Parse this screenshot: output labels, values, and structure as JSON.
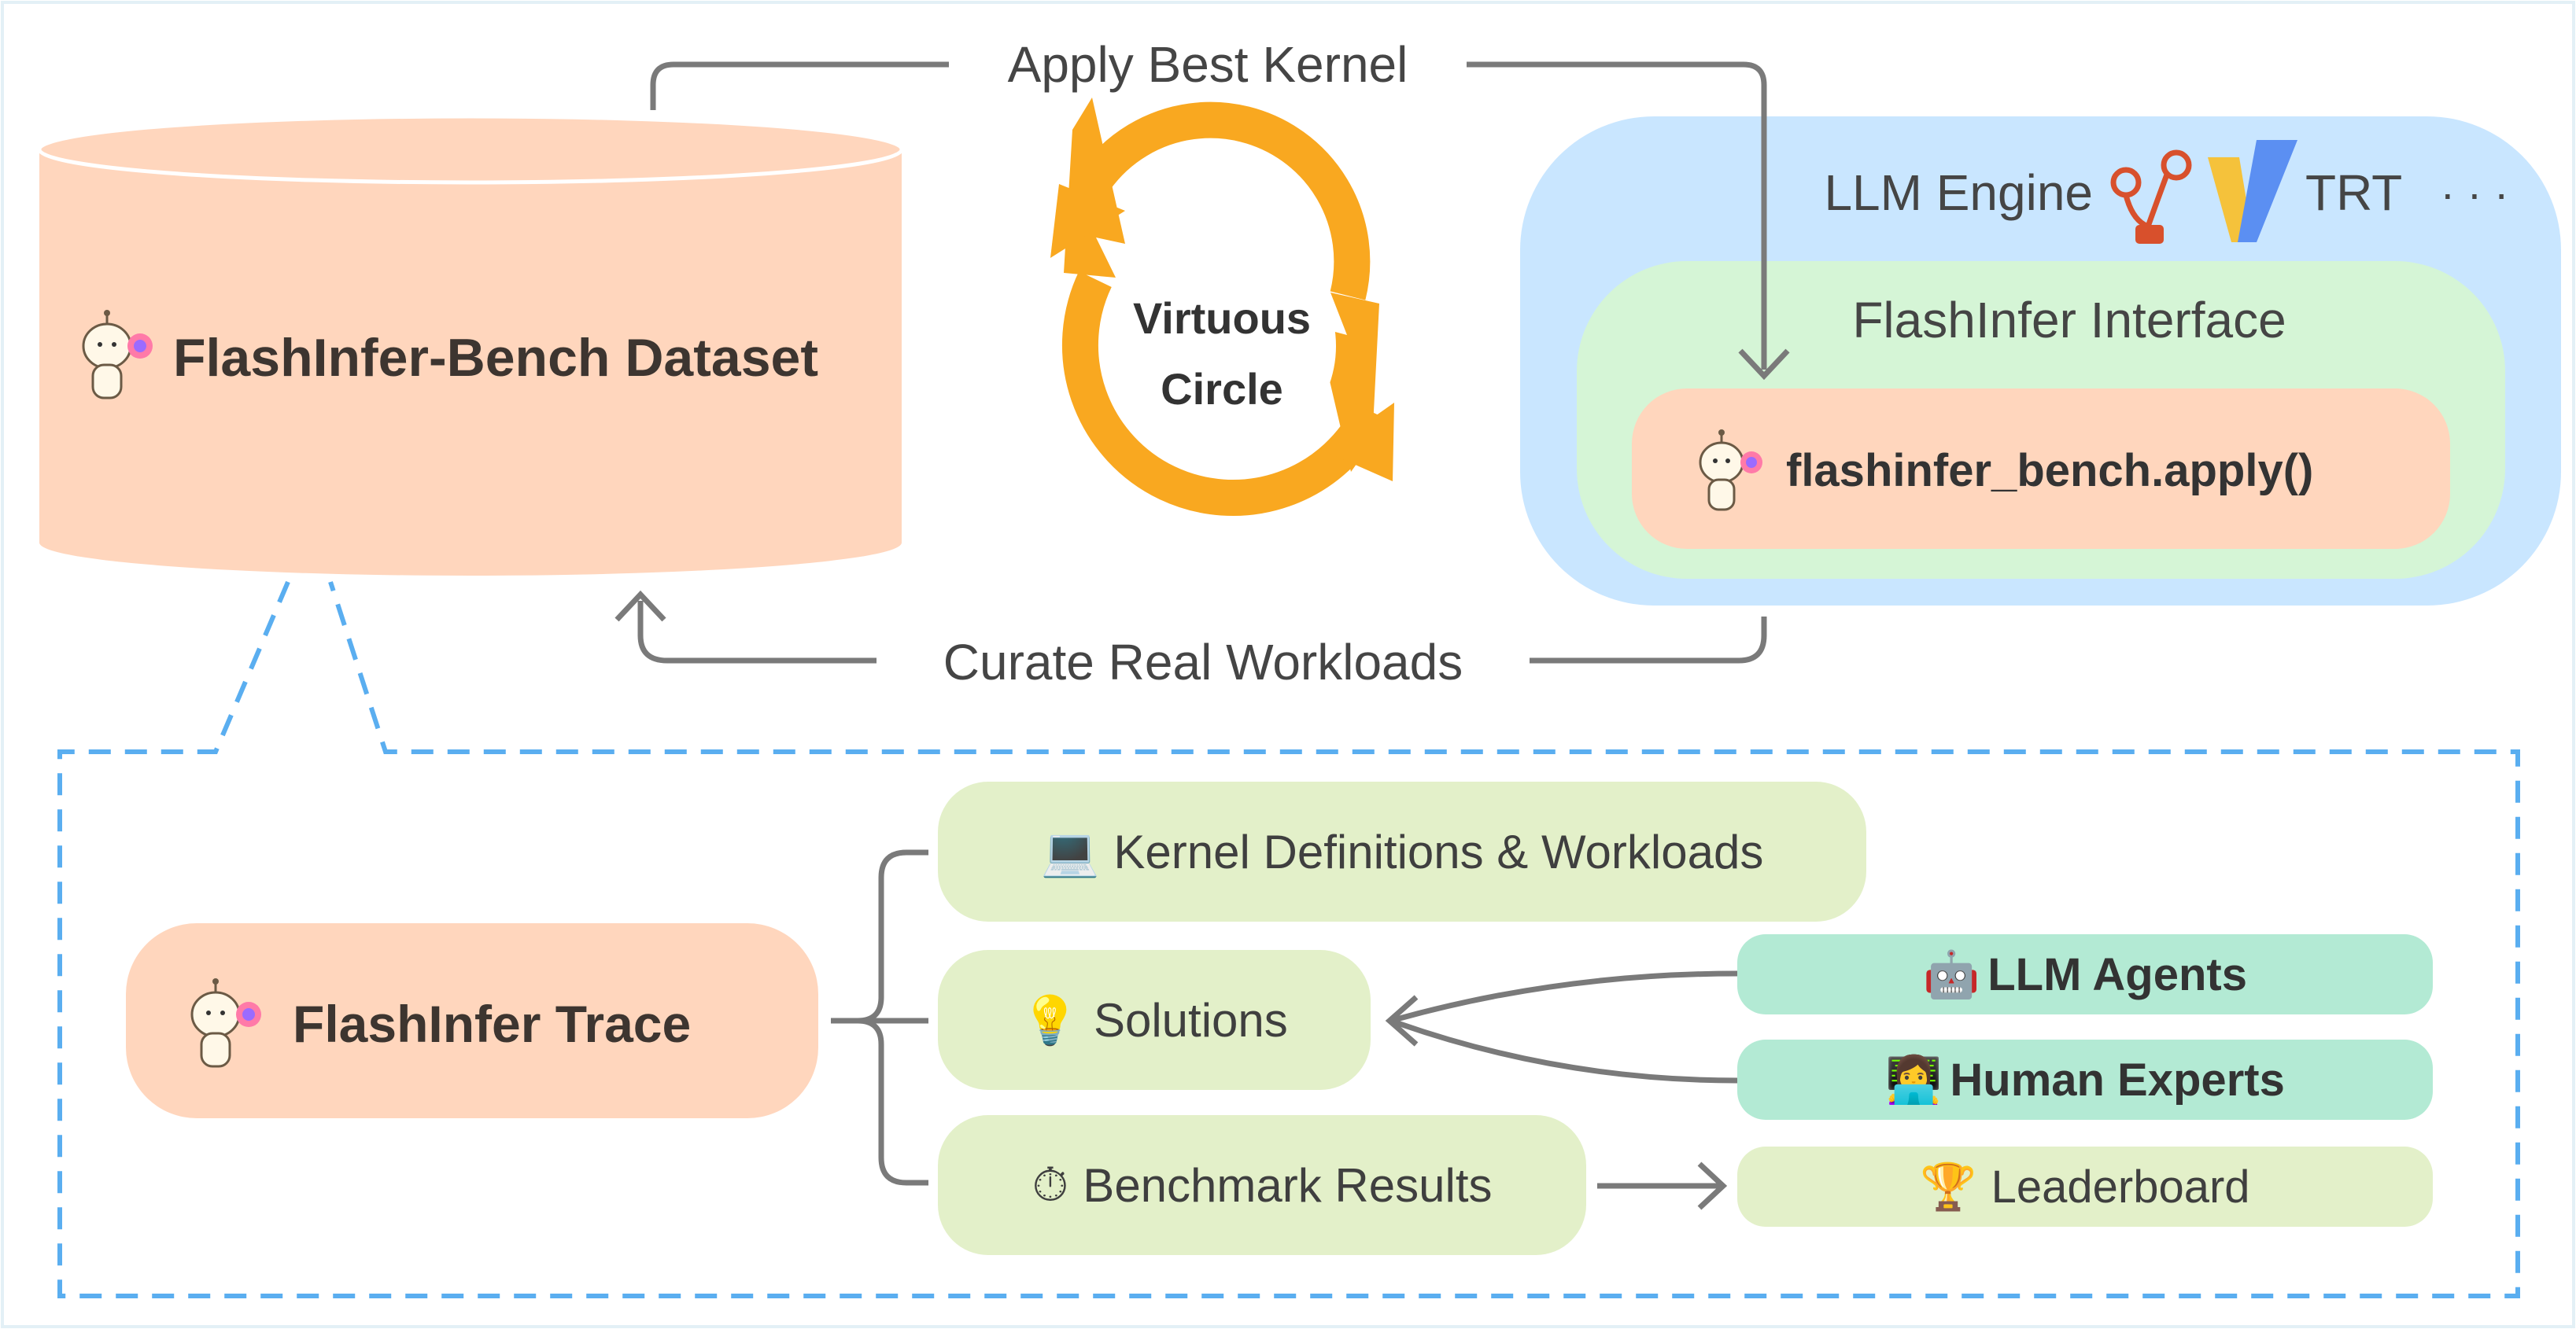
{
  "colors": {
    "frame_border": "#e3f0f6",
    "peach": "#ffd6bd",
    "engine_blue": "#c9e6ff",
    "interface_green": "#d5f5d6",
    "light_green": "#e3f0c9",
    "mint": "#b3ead4",
    "orange_arrow": "#f9a820",
    "dashed_blue": "#5aaef0",
    "connector_gray": "#7a7a7a"
  },
  "dataset": {
    "title": "FlashInfer-Bench Dataset",
    "icon": "mascot-icon"
  },
  "cycle": {
    "line1": "Virtuous",
    "line2": "Circle"
  },
  "flows": {
    "apply_label": "Apply Best Kernel",
    "curate_label": "Curate Real Workloads"
  },
  "engine": {
    "label": "LLM Engine",
    "trt_label": "TRT",
    "more_label": "· · ·",
    "icons": [
      "sglang-icon",
      "vllm-icon"
    ]
  },
  "interface": {
    "title": "FlashInfer Interface",
    "apply_call": "flashinfer_bench.apply()"
  },
  "trace": {
    "title": "FlashInfer Trace",
    "items": [
      {
        "icon": "laptop-icon",
        "label": "Kernel Definitions & Workloads"
      },
      {
        "icon": "lightbulb-icon",
        "label": "Solutions"
      },
      {
        "icon": "stopwatch-icon",
        "label": "Benchmark Results"
      }
    ],
    "sources": [
      {
        "icon": "robot-icon",
        "label": "LLM Agents"
      },
      {
        "icon": "technologist-icon",
        "label": "Human Experts"
      }
    ],
    "leaderboard": {
      "icon": "trophy-icon",
      "label": "Leaderboard"
    }
  }
}
